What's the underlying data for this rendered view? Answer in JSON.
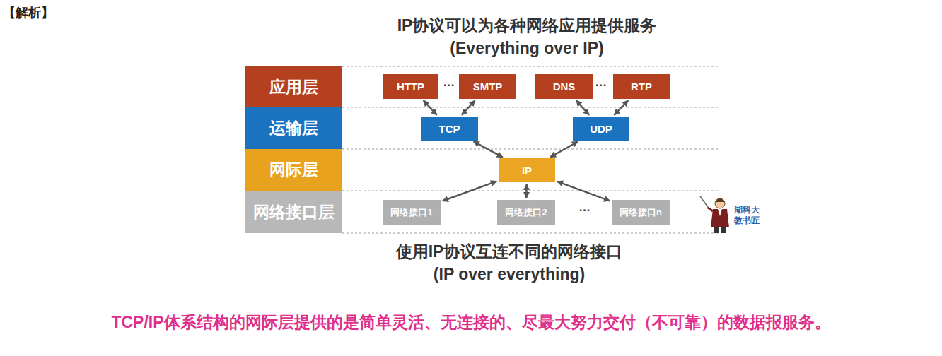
{
  "diagram": {
    "title": "IP协议可以为各种网络应用提供服务 (Everything over IP)",
    "caption": "TCP/IP体系结构的网际层提供的是简单灵活、无连接的、尽最大努力交付（不可靠）的数据报服务。",
    "nodes": [
      {
        "text": [
          "应用层"
        ]
      },
      {
        "text": [
          "运输层"
        ]
      },
      {
        "text": [
          "网际层"
        ]
      },
      {
        "text": [
          "网络接口层"
        ]
      },
      {
        "text": [
          "HTTP"
        ]
      },
      {
        "text": [
          "SMTP"
        ]
      },
      {
        "text": [
          "DNS"
        ]
      },
      {
        "text": [
          "RTP"
        ]
      },
      {
        "text": [
          "TCP"
        ]
      },
      {
        "text": [
          "UDP"
        ]
      },
      {
        "text": [
          "IP"
        ]
      },
      {
        "text": [
          "网络接口1"
        ]
      },
      {
        "text": [
          "网络接口2"
        ]
      },
      {
        "text": [
          "网络接口n"
        ]
      }
    ],
    "edges": [
      {
        "from": 4,
        "to": 8,
        "arrow": "both"
      },
      {
        "from": 5,
        "to": 8,
        "arrow": "both"
      },
      {
        "from": 6,
        "to": 9,
        "arrow": "both"
      },
      {
        "from": 7,
        "to": 9,
        "arrow": "both"
      },
      {
        "from": 8,
        "to": 10,
        "arrow": "both"
      },
      {
        "from": 9,
        "to": 10,
        "arrow": "both"
      },
      {
        "from": 10,
        "to": 11,
        "arrow": "both"
      },
      {
        "from": 10,
        "to": 12,
        "arrow": "both"
      },
      {
        "from": 10,
        "to": 13,
        "arrow": "both"
      }
    ],
    "labels": [
      "【解析】",
      "···",
      "···",
      "···",
      "使用IP协议互连不同的网络接口 (IP over everything)",
      "湖科大 教书匠"
    ]
  }
}
